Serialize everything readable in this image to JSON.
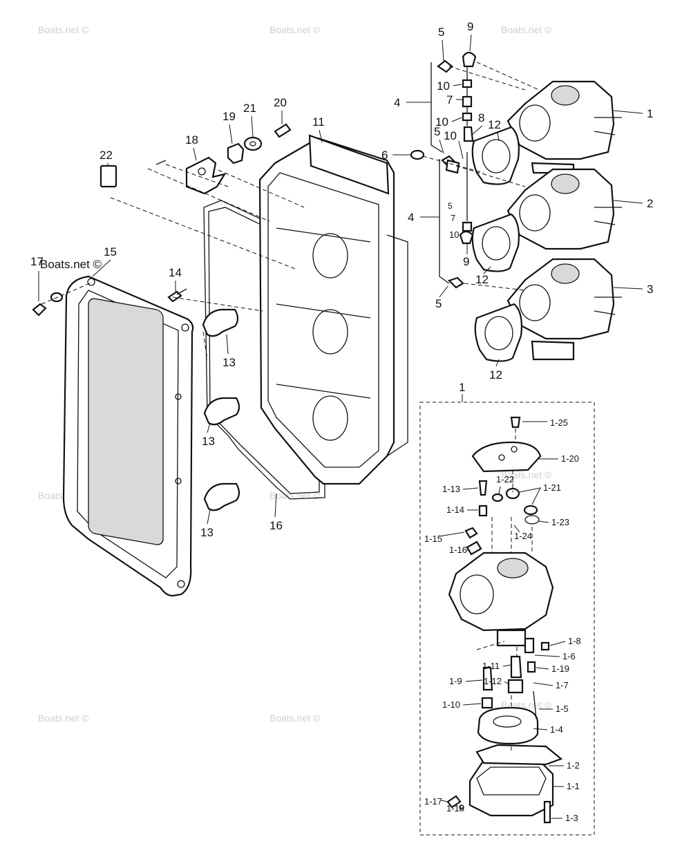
{
  "watermark": {
    "text": "Boats.net ©"
  },
  "callouts": {
    "c1": "1",
    "c2": "2",
    "c3": "3",
    "c4a": "4",
    "c4b": "4",
    "c5a": "5",
    "c5b": "5",
    "c5c": "5",
    "c5d": "5",
    "c6": "6",
    "c7a": "7",
    "c7b": "7",
    "c8": "8",
    "c9a": "9",
    "c9b": "9",
    "c10a": "10",
    "c10b": "10",
    "c10c": "10",
    "c10d": "10",
    "c11": "11",
    "c12a": "12",
    "c12b": "12",
    "c12c": "12",
    "c13a": "13",
    "c13b": "13",
    "c13c": "13",
    "c14": "14",
    "c15": "15",
    "c16": "16",
    "c17": "17",
    "c18": "18",
    "c19": "19",
    "c20": "20",
    "c21": "21",
    "c22": "22",
    "inset1": "1"
  },
  "inset_callouts": {
    "s1_1": "1-1",
    "s1_2": "1-2",
    "s1_3": "1-3",
    "s1_4": "1-4",
    "s1_5": "1-5",
    "s1_6": "1-6",
    "s1_7": "1-7",
    "s1_8": "1-8",
    "s1_9": "1-9",
    "s1_10": "1-10",
    "s1_11": "1-11",
    "s1_12": "1-12",
    "s1_13": "1-13",
    "s1_14": "1-14",
    "s1_15": "1-15",
    "s1_16": "1-16",
    "s1_17": "1-17",
    "s1_18": "1-18",
    "s1_19": "1-19",
    "s1_20": "1-20",
    "s1_21": "1-21",
    "s1_22": "1-22",
    "s1_23": "1-23",
    "s1_24": "1-24",
    "s1_25": "1-25"
  }
}
